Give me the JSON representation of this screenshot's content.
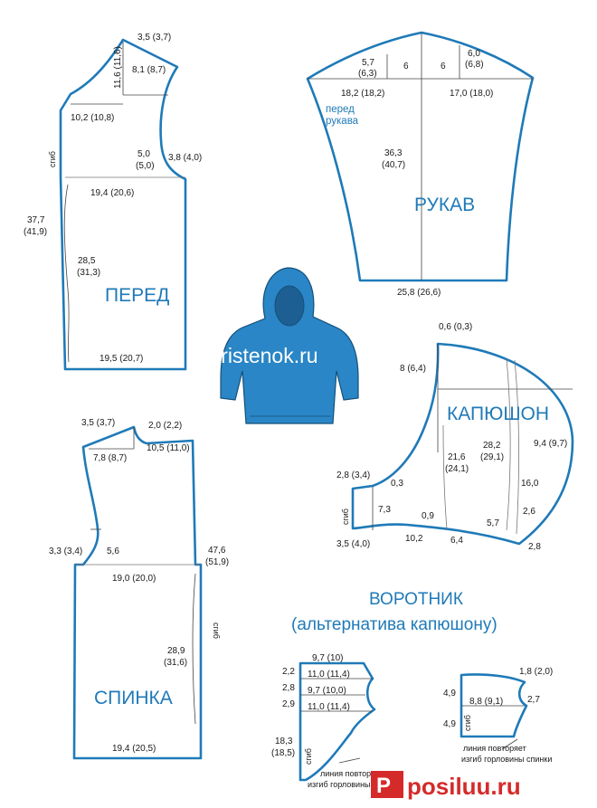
{
  "front": {
    "title": "ПЕРЕД",
    "m_shoulder_top": "3,5 (3,7)",
    "m_shoulder_h": "11,6 (11,6)",
    "m_shoulder_w": "8,1 (8,7)",
    "m_neck_w": "10,2 (10,8)",
    "m_arm_a": "5,0",
    "m_arm_b": "(5,0)",
    "m_arm_c": "3,8 (4,0)",
    "m_chest": "19,4 (20,6)",
    "m_len_a": "37,7",
    "m_len_b": "(41,9)",
    "m_body_a": "28,5",
    "m_body_b": "(31,3)",
    "m_hem": "19,5 (20,7)",
    "fold": "сгиб"
  },
  "sleeve": {
    "title": "РУКАВ",
    "m_cap_l_a": "5,7",
    "m_cap_l_b": "(6,3)",
    "m_cap_l6": "6",
    "m_cap_r6": "6",
    "m_cap_r_a": "6,0",
    "m_cap_r_b": "(6,8)",
    "m_width_l": "18,2 (18,2)",
    "m_width_r": "17,0 (18,0)",
    "front_a": "перед",
    "front_b": "рукава",
    "m_len_a": "36,3",
    "m_len_b": "(40,7)",
    "m_cuff": "25,8 (26,6)"
  },
  "logo": "turistenok.ru",
  "hood": {
    "title": "КАПЮШОН",
    "m_top": "0,6 (0,3)",
    "m_left": "8 (6,4)",
    "m_bottom_r": "9,4 (9,7)",
    "m_h1_a": "21,6",
    "m_h1_b": "(24,1)",
    "m_h2_a": "28,2",
    "m_h2_b": "(29,1)",
    "m_h3": "16,0",
    "m_a": "2,8 (3,4)",
    "m_b": "0,3",
    "m_c": "7,3",
    "m_d": "0,9",
    "m_e": "5,7",
    "m_f": "2,6",
    "m_g": "3,5 (4,0)",
    "m_h": "10,2",
    "m_i": "6,4",
    "m_j": "2,8",
    "fold": "сгиб"
  },
  "back": {
    "title": "СПИНКА",
    "m_top_l": "3,5 (3,7)",
    "m_top_r": "2,0 (2,2)",
    "m_shoulder": "7,8 (8,7)",
    "m_neck": "10,5 (11,0)",
    "m_arm_a": "3,3 (3,4)",
    "m_arm_b": "5,6",
    "m_len_a": "47,6",
    "m_len_b": "(51,9)",
    "m_chest": "19,0 (20,0)",
    "m_body_a": "28,9",
    "m_body_b": "(31,6)",
    "m_hem": "19,4 (20,5)",
    "fold": "сгиб"
  },
  "collar": {
    "title": "ВОРОТНИК",
    "subtitle": "(альтернатива капюшону)",
    "a_w1": "9,7 (10)",
    "a_r1": "11,0 (11,4)",
    "a_r2": "9,7 (10,0)",
    "a_r3": "11,0 (11,4)",
    "a_s1": "2,2",
    "a_s2": "2,8",
    "a_s3": "2,9",
    "a_h_a": "18,3",
    "a_h_b": "(18,5)",
    "a_fold": "сгиб",
    "a_note_1": "линия повторяет",
    "a_note_2": "изгиб горловины переда",
    "b_top": "1,8 (2,0)",
    "b_r": "2,7",
    "b_w": "8,8 (9,1)",
    "b_s1": "4,9",
    "b_s2": "4,9",
    "b_fold": "сгиб",
    "b_note_1": "линия повторяет",
    "b_note_2": "изгиб горловины спинки"
  },
  "watermark": "posiluu.ru",
  "colors": {
    "outline": "#1f7ab8",
    "sweater": "#2a86c6",
    "text": "#1a1a1a"
  }
}
